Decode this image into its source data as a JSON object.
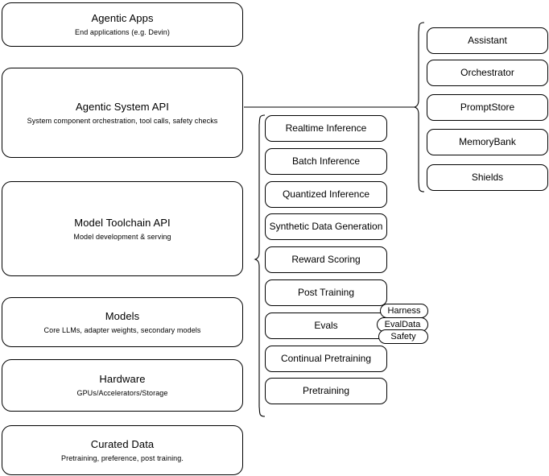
{
  "diagram": {
    "title": "LLM Stack Layer Architecture",
    "background_color": "#ffffff",
    "stroke_color": "#000000"
  },
  "stack_layers": [
    {
      "id": "agentic-apps",
      "title": "Agentic Apps",
      "subtitle": "End applications (e.g. Devin)"
    },
    {
      "id": "agentic-system-api",
      "title": "Agentic System API",
      "subtitle": "System component orchestration, tool calls, safety checks"
    },
    {
      "id": "model-toolchain-api",
      "title": "Model Toolchain API",
      "subtitle": "Model development & serving"
    },
    {
      "id": "models",
      "title": "Models",
      "subtitle": "Core LLMs, adapter weights, secondary models"
    },
    {
      "id": "hardware",
      "title": "Hardware",
      "subtitle": "GPUs/Accelerators/Storage"
    },
    {
      "id": "curated-data",
      "title": "Curated Data",
      "subtitle": "Pretraining, preference, post training."
    }
  ],
  "toolchain_components": [
    {
      "id": "realtime-inference",
      "label": "Realtime Inference"
    },
    {
      "id": "batch-inference",
      "label": "Batch Inference"
    },
    {
      "id": "quantized-inference",
      "label": "Quantized Inference"
    },
    {
      "id": "synthetic-data-generation",
      "label": "Synthetic Data Generation"
    },
    {
      "id": "reward-scoring",
      "label": "Reward Scoring"
    },
    {
      "id": "post-training",
      "label": "Post Training"
    },
    {
      "id": "evals",
      "label": "Evals"
    },
    {
      "id": "continual-pretraining",
      "label": "Continual Pretraining"
    },
    {
      "id": "pretraining",
      "label": "Pretraining"
    }
  ],
  "evals_tags": [
    {
      "id": "harness",
      "label": "Harness"
    },
    {
      "id": "evaldata",
      "label": "EvalData"
    },
    {
      "id": "safety",
      "label": "Safety"
    }
  ],
  "system_components": [
    {
      "id": "assistant",
      "label": "Assistant"
    },
    {
      "id": "orchestrator",
      "label": "Orchestrator"
    },
    {
      "id": "promptstore",
      "label": "PromptStore"
    },
    {
      "id": "memorybank",
      "label": "MemoryBank"
    },
    {
      "id": "shields",
      "label": "Shields"
    }
  ]
}
